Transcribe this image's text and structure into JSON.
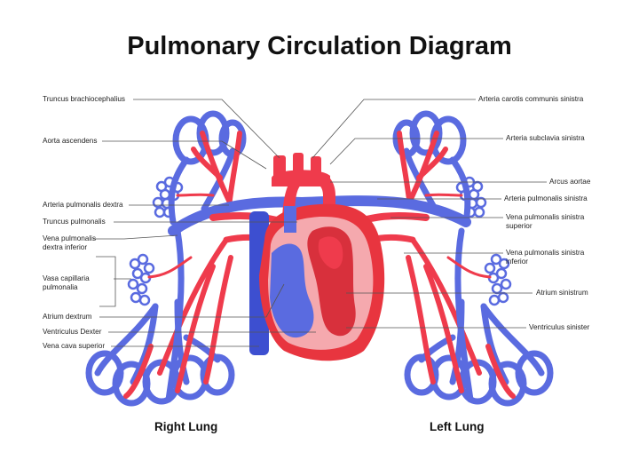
{
  "title": "Pulmonary Circulation Diagram",
  "colors": {
    "artery": "#ef3b4c",
    "vein": "#5a6be0",
    "heart_outer": "#e8353f",
    "heart_inner": "#f5a9ae",
    "vein_dark": "#3d4fd0",
    "leader": "#555555"
  },
  "labels_left": [
    "Truncus brachiocephalius",
    "Aorta ascendens",
    "Arteria pulmonalis dextra",
    "Truncus pulmonalis",
    "Vena pulmonalis\ndextra inferior",
    "Vasa capillaria\npulmonalia",
    "Atrium dextrum",
    "Ventriculus Dexter",
    "Vena cava superior"
  ],
  "labels_right": [
    "Arteria carotis communis sinistra",
    "Arteria subclavia sinistra",
    "Arcus aortae",
    "Arteria pulmonalis sinistra",
    "Vena pulmonalis sinistra\nsuperior",
    "Vena pulmonalis sinistra\ninferior",
    "Atrium sinistrum",
    "Ventriculus sinister"
  ],
  "lungs": {
    "right": "Right Lung",
    "left": "Left Lung"
  }
}
